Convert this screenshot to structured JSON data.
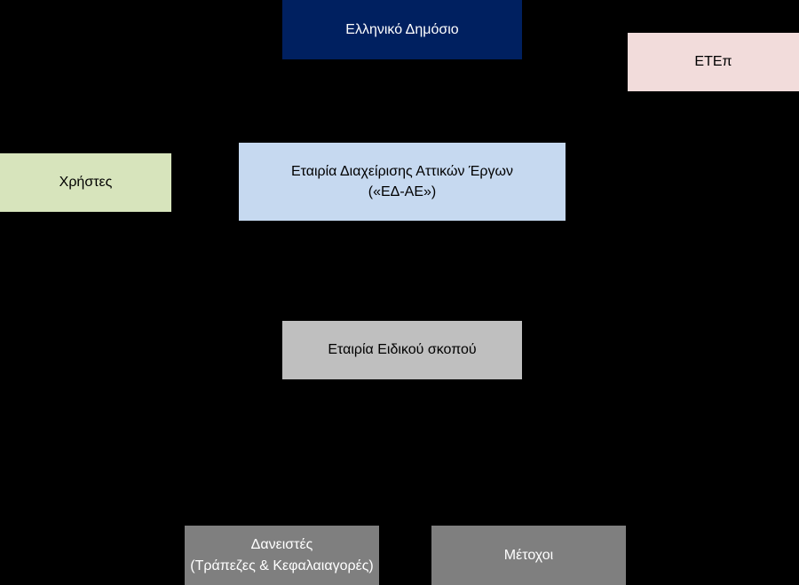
{
  "diagram": {
    "nodes": {
      "hellenic_state": {
        "label": "Ελληνικό Δημόσιο"
      },
      "eib": {
        "label": "ΕΤΕπ"
      },
      "users": {
        "label": "Χρήστες"
      },
      "eda": {
        "label_line1": "Εταιρία Διαχείρισης Αττικών Έργων",
        "label_line2": "(«ΕΔ-ΑΕ»)"
      },
      "spv": {
        "label": "Εταιρία Ειδικού σκοπού"
      },
      "lenders": {
        "label_line1": "Δανειστές",
        "label_line2": "(Τράπεζες & Κεφαλαιαγορές)"
      },
      "shareholders": {
        "label": "Μέτοχοι"
      }
    },
    "colors": {
      "background": "#000000",
      "hellenic_state": "#002060",
      "eib": "#f2dcdb",
      "users": "#d7e4bc",
      "eda": "#c6d9f0",
      "spv": "#bfbfbf",
      "lenders": "#7f7f7f",
      "shareholders": "#7f7f7f"
    }
  }
}
